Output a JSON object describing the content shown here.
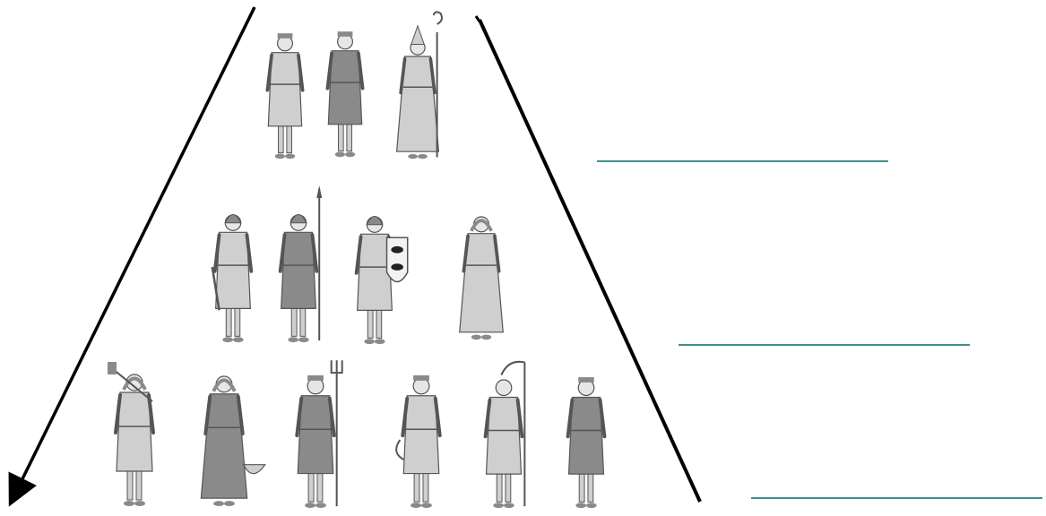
{
  "diagram": {
    "title": "",
    "colors": {
      "pyramid_lines": "#000000",
      "answer_lines": "#3f8f8c",
      "figure_ink": "#555555",
      "figure_fill": "#cfcfcf",
      "figure_dark": "#8a8a8a"
    },
    "tiers": [
      {
        "name": "top-tier",
        "figures": [
          "nobleman-icon",
          "lord-icon",
          "bishop-icon"
        ]
      },
      {
        "name": "middle-tier",
        "figures": [
          "knight-sword-icon",
          "soldier-spear-icon",
          "knight-shield-icon",
          "monk-icon"
        ]
      },
      {
        "name": "bottom-tier",
        "figures": [
          "peasant-hoe-icon",
          "peasant-woman-basket-icon",
          "peasant-pitchfork-icon",
          "peasant-sickle-icon",
          "peasant-scythe-icon",
          "peasant-tool-icon"
        ]
      }
    ],
    "answer_blanks": [
      {
        "name": "top-tier-answer",
        "value": ""
      },
      {
        "name": "middle-tier-answer",
        "value": ""
      },
      {
        "name": "bottom-tier-answer",
        "value": ""
      }
    ]
  }
}
